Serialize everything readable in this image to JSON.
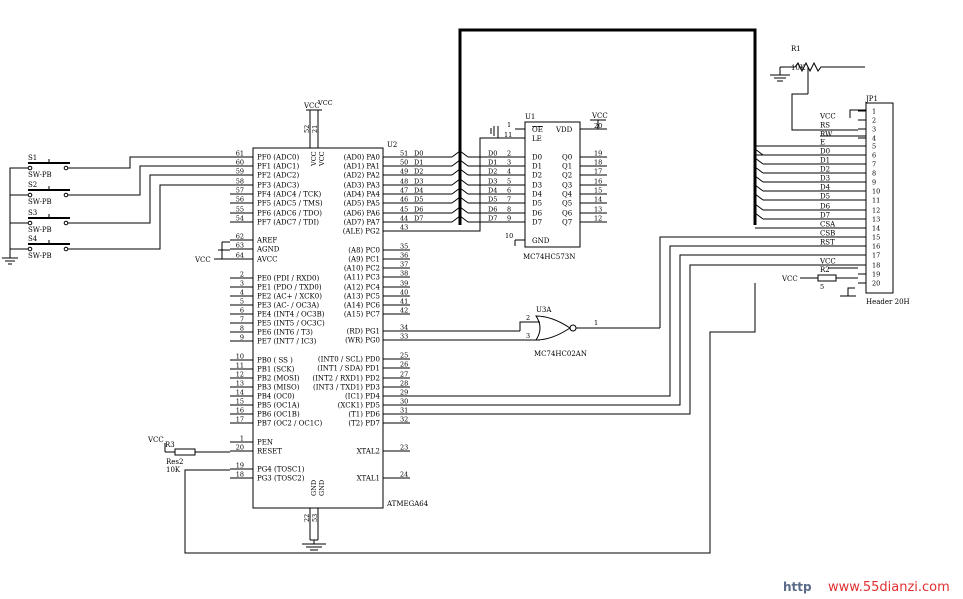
{
  "mcu": {
    "ref": "U2",
    "part": "ATMEGA64",
    "vcc_pins": [
      "52",
      "21"
    ],
    "vcc_label": "VCC",
    "vcc_pin_names": [
      "VCC",
      "VCC"
    ],
    "gnd_pins": [
      "22",
      "53"
    ],
    "gnd_pin_names": [
      "GND",
      "GND"
    ],
    "left_pins": [
      {
        "num": "61",
        "name": "PF0 (ADC0)"
      },
      {
        "num": "60",
        "name": "PF1 (ADC1)"
      },
      {
        "num": "59",
        "name": "PF2 (ADC2)"
      },
      {
        "num": "58",
        "name": "PF3 (ADC3)"
      },
      {
        "num": "57",
        "name": "PF4 (ADC4 / TCK)"
      },
      {
        "num": "56",
        "name": "PF5 (ADC5 / TMS)"
      },
      {
        "num": "55",
        "name": "PF6 (ADC6 / TDO)"
      },
      {
        "num": "54",
        "name": "PF7 (ADC7 / TDI)"
      },
      {
        "num": "62",
        "name": "AREF"
      },
      {
        "num": "63",
        "name": "AGND"
      },
      {
        "num": "64",
        "name": "AVCC"
      },
      {
        "num": "2",
        "name": "PE0 (PDI / RXD0)"
      },
      {
        "num": "3",
        "name": "PE1 (PDO / TXD0)"
      },
      {
        "num": "4",
        "name": "PE2 (AC+ / XCK0)"
      },
      {
        "num": "5",
        "name": "PE3 (AC- / OC3A)"
      },
      {
        "num": "6",
        "name": "PE4 (INT4 / OC3B)"
      },
      {
        "num": "7",
        "name": "PE5 (INT5 / OC3C)"
      },
      {
        "num": "8",
        "name": "PE6 (INT6 / T3)"
      },
      {
        "num": "9",
        "name": "PE7 (INT7 / IC3)"
      },
      {
        "num": "10",
        "name": "PB0 ( SS )"
      },
      {
        "num": "11",
        "name": "PB1 (SCK)"
      },
      {
        "num": "12",
        "name": "PB2 (MOSI)"
      },
      {
        "num": "13",
        "name": "PB3 (MISO)"
      },
      {
        "num": "14",
        "name": "PB4 (OC0)"
      },
      {
        "num": "15",
        "name": "PB5 (OC1A)"
      },
      {
        "num": "16",
        "name": "PB6 (OC1B)"
      },
      {
        "num": "17",
        "name": "PB7 (OC2 / OC1C)"
      },
      {
        "num": "1",
        "name": "PEN"
      },
      {
        "num": "20",
        "name": "RESET"
      },
      {
        "num": "19",
        "name": "PG4 (TOSC1)"
      },
      {
        "num": "18",
        "name": "PG3 (TOSC2)"
      }
    ],
    "right_pins": [
      {
        "num": "51",
        "name": "(AD0) PA0",
        "net": "D0"
      },
      {
        "num": "50",
        "name": "(AD1) PA1",
        "net": "D1"
      },
      {
        "num": "49",
        "name": "(AD2) PA2",
        "net": "D2"
      },
      {
        "num": "48",
        "name": "(AD3) PA3",
        "net": "D3"
      },
      {
        "num": "47",
        "name": "(AD4) PA4",
        "net": "D4"
      },
      {
        "num": "46",
        "name": "(AD5) PA5",
        "net": "D5"
      },
      {
        "num": "45",
        "name": "(AD6) PA6",
        "net": "D6"
      },
      {
        "num": "44",
        "name": "(AD7) PA7",
        "net": "D7"
      },
      {
        "num": "43",
        "name": "(ALE) PG2",
        "net": ""
      },
      {
        "num": "35",
        "name": "(A8) PC0",
        "net": ""
      },
      {
        "num": "36",
        "name": "(A9) PC1",
        "net": ""
      },
      {
        "num": "37",
        "name": "(A10) PC2",
        "net": ""
      },
      {
        "num": "38",
        "name": "(A11) PC3",
        "net": ""
      },
      {
        "num": "39",
        "name": "(A12) PC4",
        "net": ""
      },
      {
        "num": "40",
        "name": "(A13) PC5",
        "net": ""
      },
      {
        "num": "41",
        "name": "(A14) PC6",
        "net": ""
      },
      {
        "num": "42",
        "name": "(A15) PC7",
        "net": ""
      },
      {
        "num": "34",
        "name": "(RD) PG1",
        "net": ""
      },
      {
        "num": "33",
        "name": "(WR) PG0",
        "net": ""
      },
      {
        "num": "25",
        "name": "(INT0 / SCL) PD0",
        "net": ""
      },
      {
        "num": "26",
        "name": "(INT1 / SDA) PD1",
        "net": ""
      },
      {
        "num": "27",
        "name": "(INT2 / RXD1) PD2",
        "net": ""
      },
      {
        "num": "28",
        "name": "(INT3 / TXD1) PD3",
        "net": ""
      },
      {
        "num": "29",
        "name": "(IC1) PD4",
        "net": ""
      },
      {
        "num": "30",
        "name": "(XCK1) PD5",
        "net": ""
      },
      {
        "num": "31",
        "name": "(T1) PD6",
        "net": ""
      },
      {
        "num": "32",
        "name": "(T2) PD7",
        "net": ""
      },
      {
        "num": "23",
        "name": "XTAL2",
        "net": ""
      },
      {
        "num": "24",
        "name": "XTAL1",
        "net": ""
      }
    ]
  },
  "latch": {
    "ref": "U1",
    "part": "MC74HC573N",
    "vcc_label": "VCC",
    "vcc_pin": "20",
    "vdd_name": "VDD",
    "oe_pin": "1",
    "oe_name": "OE",
    "le_pin": "11",
    "le_name": "LE",
    "gnd_pin": "10",
    "gnd_name": "GND",
    "inputs": [
      {
        "net": "D0",
        "num": "2",
        "name": "D0"
      },
      {
        "net": "D1",
        "num": "3",
        "name": "D1"
      },
      {
        "net": "D2",
        "num": "4",
        "name": "D2"
      },
      {
        "net": "D3",
        "num": "5",
        "name": "D3"
      },
      {
        "net": "D4",
        "num": "6",
        "name": "D4"
      },
      {
        "net": "D5",
        "num": "7",
        "name": "D5"
      },
      {
        "net": "D6",
        "num": "8",
        "name": "D6"
      },
      {
        "net": "D7",
        "num": "9",
        "name": "D7"
      }
    ],
    "outputs": [
      {
        "num": "19",
        "name": "Q0"
      },
      {
        "num": "18",
        "name": "Q1"
      },
      {
        "num": "17",
        "name": "Q2"
      },
      {
        "num": "16",
        "name": "Q3"
      },
      {
        "num": "15",
        "name": "Q4"
      },
      {
        "num": "14",
        "name": "Q5"
      },
      {
        "num": "13",
        "name": "Q6"
      },
      {
        "num": "12",
        "name": "Q7"
      }
    ]
  },
  "gate": {
    "ref": "U3A",
    "part": "MC74HC02AN",
    "in1": "2",
    "in2": "3",
    "out": "1"
  },
  "header": {
    "ref": "JP1",
    "part": "Header 20H",
    "pins": [
      "1",
      "2",
      "3",
      "4",
      "5",
      "6",
      "7",
      "8",
      "9",
      "10",
      "11",
      "12",
      "13",
      "14",
      "15",
      "16",
      "17",
      "18",
      "19",
      "20"
    ],
    "nets": [
      "",
      "VCC",
      "RS",
      "RW",
      "E",
      "D0",
      "D1",
      "D2",
      "D3",
      "D4",
      "D5",
      "D6",
      "D7",
      "CSA",
      "CSB",
      "RST",
      "",
      "VCC",
      "",
      ""
    ]
  },
  "switches": [
    {
      "ref": "S1",
      "part": "SW-PB"
    },
    {
      "ref": "S2",
      "part": "SW-PB"
    },
    {
      "ref": "S3",
      "part": "SW-PB"
    },
    {
      "ref": "S4",
      "part": "SW-PB"
    }
  ],
  "resistors": [
    {
      "ref": "R1",
      "value": "10K"
    },
    {
      "ref": "R2",
      "value": "5"
    },
    {
      "ref": "R3",
      "part": "Res2",
      "value": "10K"
    }
  ],
  "power": {
    "vcc": "VCC"
  },
  "watermark": {
    "left": "http",
    "right": "www.55dianzi.com"
  }
}
